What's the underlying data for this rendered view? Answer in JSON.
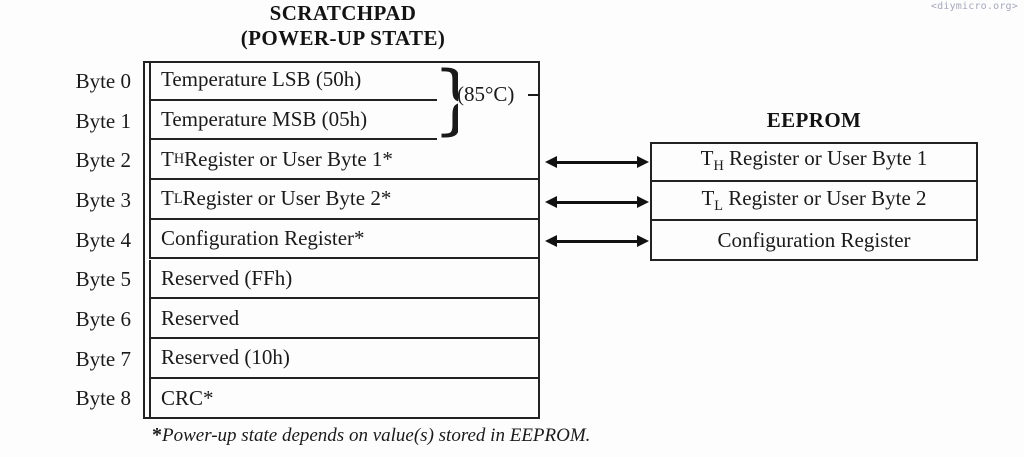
{
  "watermark": "<diymicro.org>",
  "scratchpad": {
    "title_line1": "SCRATCHPAD",
    "title_line2": "(POWER-UP STATE)",
    "rows": [
      {
        "label": "Byte 0",
        "text": "Temperature LSB (50h)"
      },
      {
        "label": "Byte 1",
        "text": "Temperature MSB (05h)"
      },
      {
        "label": "Byte 2",
        "text_prefix": "T",
        "text_sub": "H",
        "text_suffix": " Register or User Byte 1*"
      },
      {
        "label": "Byte 3",
        "text_prefix": "T",
        "text_sub": "L",
        "text_suffix": " Register or User Byte 2*"
      },
      {
        "label": "Byte 4",
        "text": "Configuration Register*"
      },
      {
        "label": "Byte 5",
        "text": "Reserved (FFh)"
      },
      {
        "label": "Byte 6",
        "text": "Reserved"
      },
      {
        "label": "Byte 7",
        "text": "Reserved (10h)"
      },
      {
        "label": "Byte 8",
        "text": "CRC*"
      }
    ],
    "temperature_annotation": "(85°C)",
    "brace_glyph": "}"
  },
  "eeprom": {
    "title": "EEPROM",
    "rows": [
      {
        "text_prefix": "T",
        "text_sub": "H",
        "text_suffix": " Register or User Byte 1"
      },
      {
        "text_prefix": "T",
        "text_sub": "L",
        "text_suffix": " Register or User Byte 2"
      },
      {
        "text": "Configuration Register"
      }
    ]
  },
  "connectors": [
    {
      "name": "th-register-link",
      "direction": "bidirectional"
    },
    {
      "name": "tl-register-link",
      "direction": "bidirectional"
    },
    {
      "name": "configuration-register-link",
      "direction": "bidirectional"
    }
  ],
  "footnote": {
    "marker": "*",
    "text": "Power-up state depends on value(s) stored in EEPROM."
  },
  "colors": {
    "background": "#fdfdfd",
    "line": "#222222",
    "text": "#1a1a1a",
    "watermark": "#a6a8bd"
  }
}
